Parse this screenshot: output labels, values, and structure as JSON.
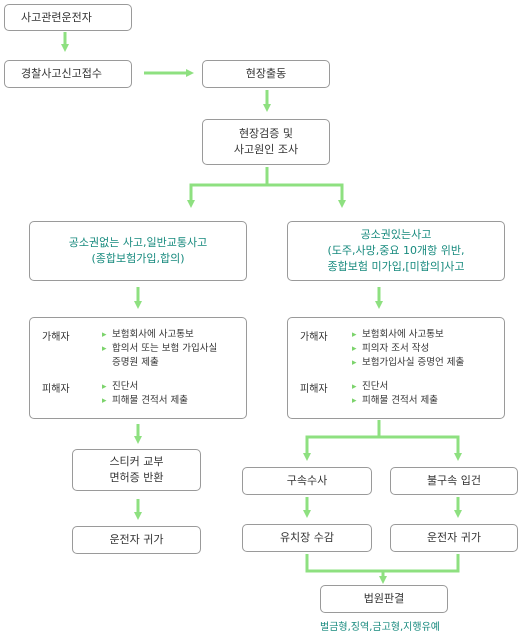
{
  "colors": {
    "arrow": "#8ee080",
    "box_border": "#9a9a9a",
    "accent_text": "#178a7e"
  },
  "steps": {
    "start": "사고관련운전자",
    "report": "경찰사고신고접수",
    "dispatch": "현장출동",
    "investigate_l1": "현장검증 및",
    "investigate_l2": "사고원인 조사"
  },
  "left_branch": {
    "title_l1": "공소권없는 사고,일반교통사고",
    "title_l2": "(종합보험가입,합의)",
    "offender_label": "가해자",
    "offender_items": [
      {
        "text": "보험회사에 사고통보",
        "cont": ""
      },
      {
        "text": "합의서 또는 보험 가입사실",
        "cont": "증명원 제출"
      }
    ],
    "victim_label": "피해자",
    "victim_items": [
      "진단서",
      "피해물 견적서 제출"
    ],
    "sticker_l1": "스티커 교부",
    "sticker_l2": "면허증 반환",
    "return_home": "운전자 귀가"
  },
  "right_branch": {
    "title_l1": "공소권있는사고",
    "title_l2": "(도주,사망,중요 10개항 위반,",
    "title_l3": "종합보험 미가입,[미합의]사고",
    "offender_label": "가해자",
    "offender_items": [
      "보험회사에 사고통보",
      "피의자 조서 작성",
      "보험가입사실 증명언 제출"
    ],
    "victim_label": "피해자",
    "victim_items": [
      "진단서",
      "피해물 견적서 제출"
    ],
    "arrest": "구속수사",
    "no_arrest": "불구속 입건",
    "detention": "유치장 수감",
    "return_home": "운전자 귀가",
    "court": "법원판결",
    "sentence": "벌금형,징역,금고형,지행유예"
  }
}
